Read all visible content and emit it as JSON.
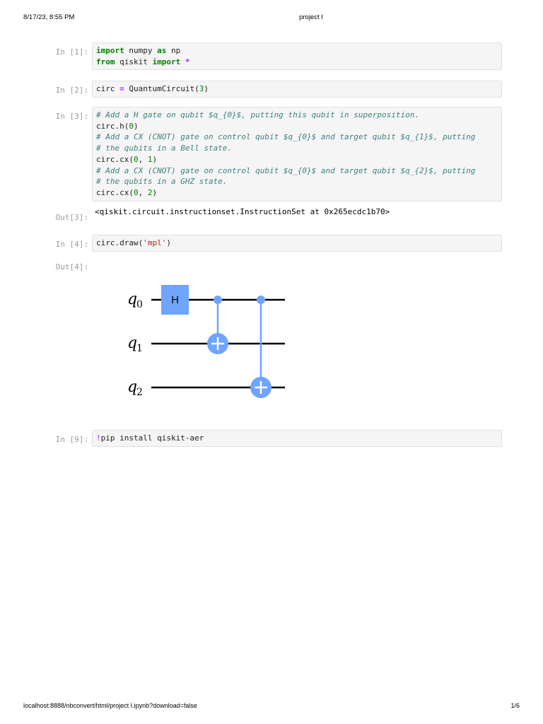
{
  "page_header": {
    "datetime": "8/17/23, 8:55 PM",
    "title": "project I"
  },
  "page_footer": {
    "url": "localhost:8888/nbconvert/html/project I.ipynb?download=false",
    "page": "1/6"
  },
  "cells": [
    {
      "prompt": "In [1]:",
      "lines": [
        [
          {
            "t": "import",
            "c": "kw"
          },
          {
            "t": " numpy ",
            "c": ""
          },
          {
            "t": "as",
            "c": "kw"
          },
          {
            "t": " np",
            "c": ""
          }
        ],
        [
          {
            "t": "from",
            "c": "kw"
          },
          {
            "t": " qiskit ",
            "c": ""
          },
          {
            "t": "import",
            "c": "kw"
          },
          {
            "t": " ",
            "c": ""
          },
          {
            "t": "*",
            "c": "op"
          }
        ]
      ]
    },
    {
      "prompt": "In [2]:",
      "lines": [
        [
          {
            "t": "circ ",
            "c": ""
          },
          {
            "t": "=",
            "c": "op"
          },
          {
            "t": " QuantumCircuit(",
            "c": ""
          },
          {
            "t": "3",
            "c": "num"
          },
          {
            "t": ")",
            "c": ""
          }
        ]
      ]
    },
    {
      "prompt": "In [3]:",
      "lines": [
        [
          {
            "t": "# Add a H gate on qubit $q_{0}$, putting this qubit in superposition.",
            "c": "cm"
          }
        ],
        [
          {
            "t": "circ.h(",
            "c": ""
          },
          {
            "t": "0",
            "c": "num"
          },
          {
            "t": ")",
            "c": ""
          }
        ],
        [
          {
            "t": "# Add a CX (CNOT) gate on control qubit $q_{0}$ and target qubit $q_{1}$, putting",
            "c": "cm"
          }
        ],
        [
          {
            "t": "# the qubits in a Bell state.",
            "c": "cm"
          }
        ],
        [
          {
            "t": "circ.cx(",
            "c": ""
          },
          {
            "t": "0",
            "c": "num"
          },
          {
            "t": ", ",
            "c": ""
          },
          {
            "t": "1",
            "c": "num"
          },
          {
            "t": ")",
            "c": ""
          }
        ],
        [
          {
            "t": "# Add a CX (CNOT) gate on control qubit $q_{0}$ and target qubit $q_{2}$, putting",
            "c": "cm"
          }
        ],
        [
          {
            "t": "# the qubits in a GHZ state.",
            "c": "cm"
          }
        ],
        [
          {
            "t": "circ.cx(",
            "c": ""
          },
          {
            "t": "0",
            "c": "num"
          },
          {
            "t": ", ",
            "c": ""
          },
          {
            "t": "2",
            "c": "num"
          },
          {
            "t": ")",
            "c": ""
          }
        ]
      ]
    },
    {
      "prompt": "In [4]:",
      "lines": [
        [
          {
            "t": "circ.draw(",
            "c": ""
          },
          {
            "t": "'mpl'",
            "c": "str"
          },
          {
            "t": ")",
            "c": ""
          }
        ]
      ]
    },
    {
      "prompt": "In [9]:",
      "lines": [
        [
          {
            "t": "!",
            "c": "bang"
          },
          {
            "t": "pip install qiskit-aer",
            "c": ""
          }
        ]
      ]
    }
  ],
  "outputs": {
    "out3_prompt": "Out[3]:",
    "out3_text": "<qiskit.circuit.instructionset.InstructionSet at 0x265ecdc1b70>",
    "out4_prompt": "Out[4]:"
  },
  "circuit": {
    "qubits": [
      "q",
      "q",
      "q"
    ],
    "qubit_subscripts": [
      "0",
      "1",
      "2"
    ],
    "h_gate_label": "H",
    "gate_color": "#6fa4ff",
    "wire_color": "#000000",
    "cnots": [
      {
        "control": 0,
        "target": 1
      },
      {
        "control": 0,
        "target": 2
      }
    ]
  }
}
